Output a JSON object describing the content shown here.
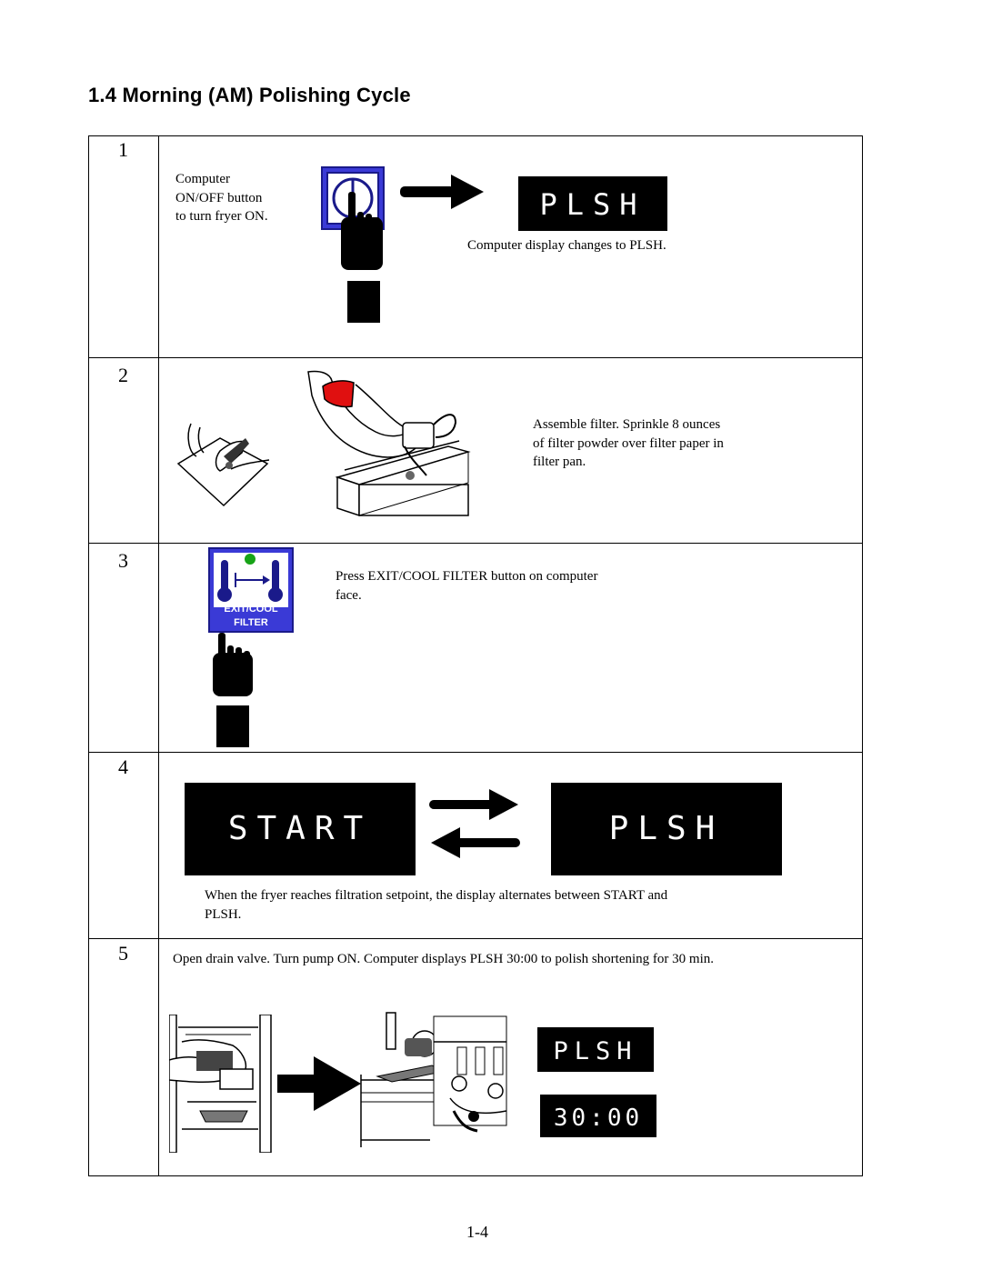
{
  "title": "1.4  Morning (AM) Polishing Cycle",
  "page_number": "1-4",
  "steps": [
    {
      "number": "1",
      "text": "Computer ON/OFF button to turn fryer ON.",
      "text_lines": [
        "Computer",
        "ON/OFF button",
        "to turn fryer ON."
      ],
      "display": "PLSH",
      "caption": "Computer display changes to PLSH."
    },
    {
      "number": "2",
      "text_lines": [
        "Assemble filter. Sprinkle 8 ounces",
        "of filter powder over filter paper in",
        "filter pan."
      ]
    },
    {
      "number": "3",
      "text_lines": [
        "Press EXIT/COOL FILTER button on computer",
        "face."
      ],
      "button_label_1": "EXIT/COOL",
      "button_label_2": "FILTER"
    },
    {
      "number": "4",
      "display_a": "START",
      "display_b": "PLSH",
      "text_lines": [
        "When the fryer reaches filtration setpoint, the display alternates between START and",
        "PLSH."
      ]
    },
    {
      "number": "5",
      "text": "Open drain valve.  Turn pump ON.  Computer displays PLSH  30:00 to polish shortening for 30 min.",
      "display_a": "PLSH",
      "display_b": "30:00"
    }
  ],
  "colors": {
    "button_blue": "#3a3ad6",
    "armband_red": "#e01010",
    "led_green": "#17a317",
    "lcd_bg": "#000000",
    "lcd_text": "#ffffff"
  },
  "icons": [
    "power-button-icon",
    "pointing-hand-icon",
    "arrow-right-icon",
    "thermometer-icon",
    "swap-arrows-icon",
    "filter-pan-illustration",
    "fryer-cabinet-illustration"
  ]
}
